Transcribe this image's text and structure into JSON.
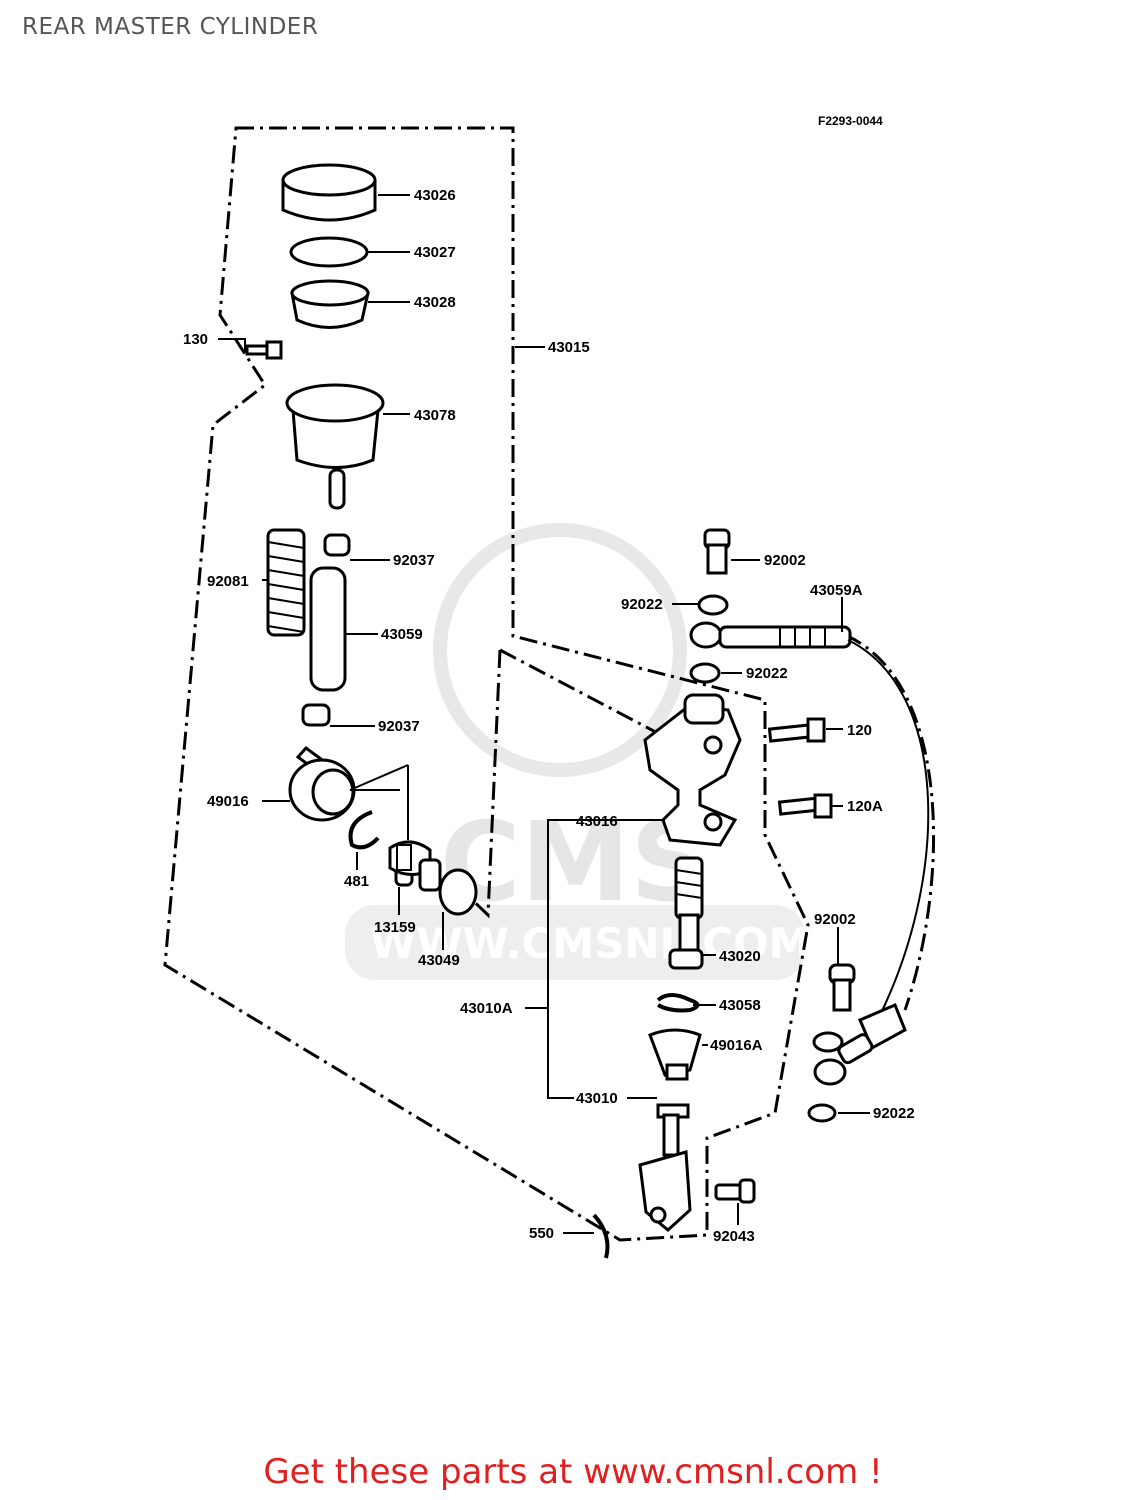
{
  "title": "REAR MASTER CYLINDER",
  "diagram_ref": "F2293-0044",
  "watermark": {
    "brand": "CMS",
    "url": "WWW.CMSNL.COM"
  },
  "footer": {
    "text": "Get these parts at www.cmsnl.com !"
  },
  "parts": {
    "p43026": "43026",
    "p43027": "43027",
    "p43028": "43028",
    "p130": "130",
    "p43015": "43015",
    "p43078": "43078",
    "p92037a": "92037",
    "p92081": "92081",
    "p43059": "43059",
    "p92037b": "92037",
    "p49016": "49016",
    "p481": "481",
    "p13159": "13159",
    "p43049": "43049",
    "p92002a": "92002",
    "p92022a": "92022",
    "p43059A": "43059A",
    "p92022b": "92022",
    "p120": "120",
    "p120A": "120A",
    "p43016": "43016",
    "p43020": "43020",
    "p92002b": "92002",
    "p43010A": "43010A",
    "p43058": "43058",
    "p49016A": "49016A",
    "p43010": "43010",
    "p92022c": "92022",
    "p550": "550",
    "p92043": "92043"
  }
}
